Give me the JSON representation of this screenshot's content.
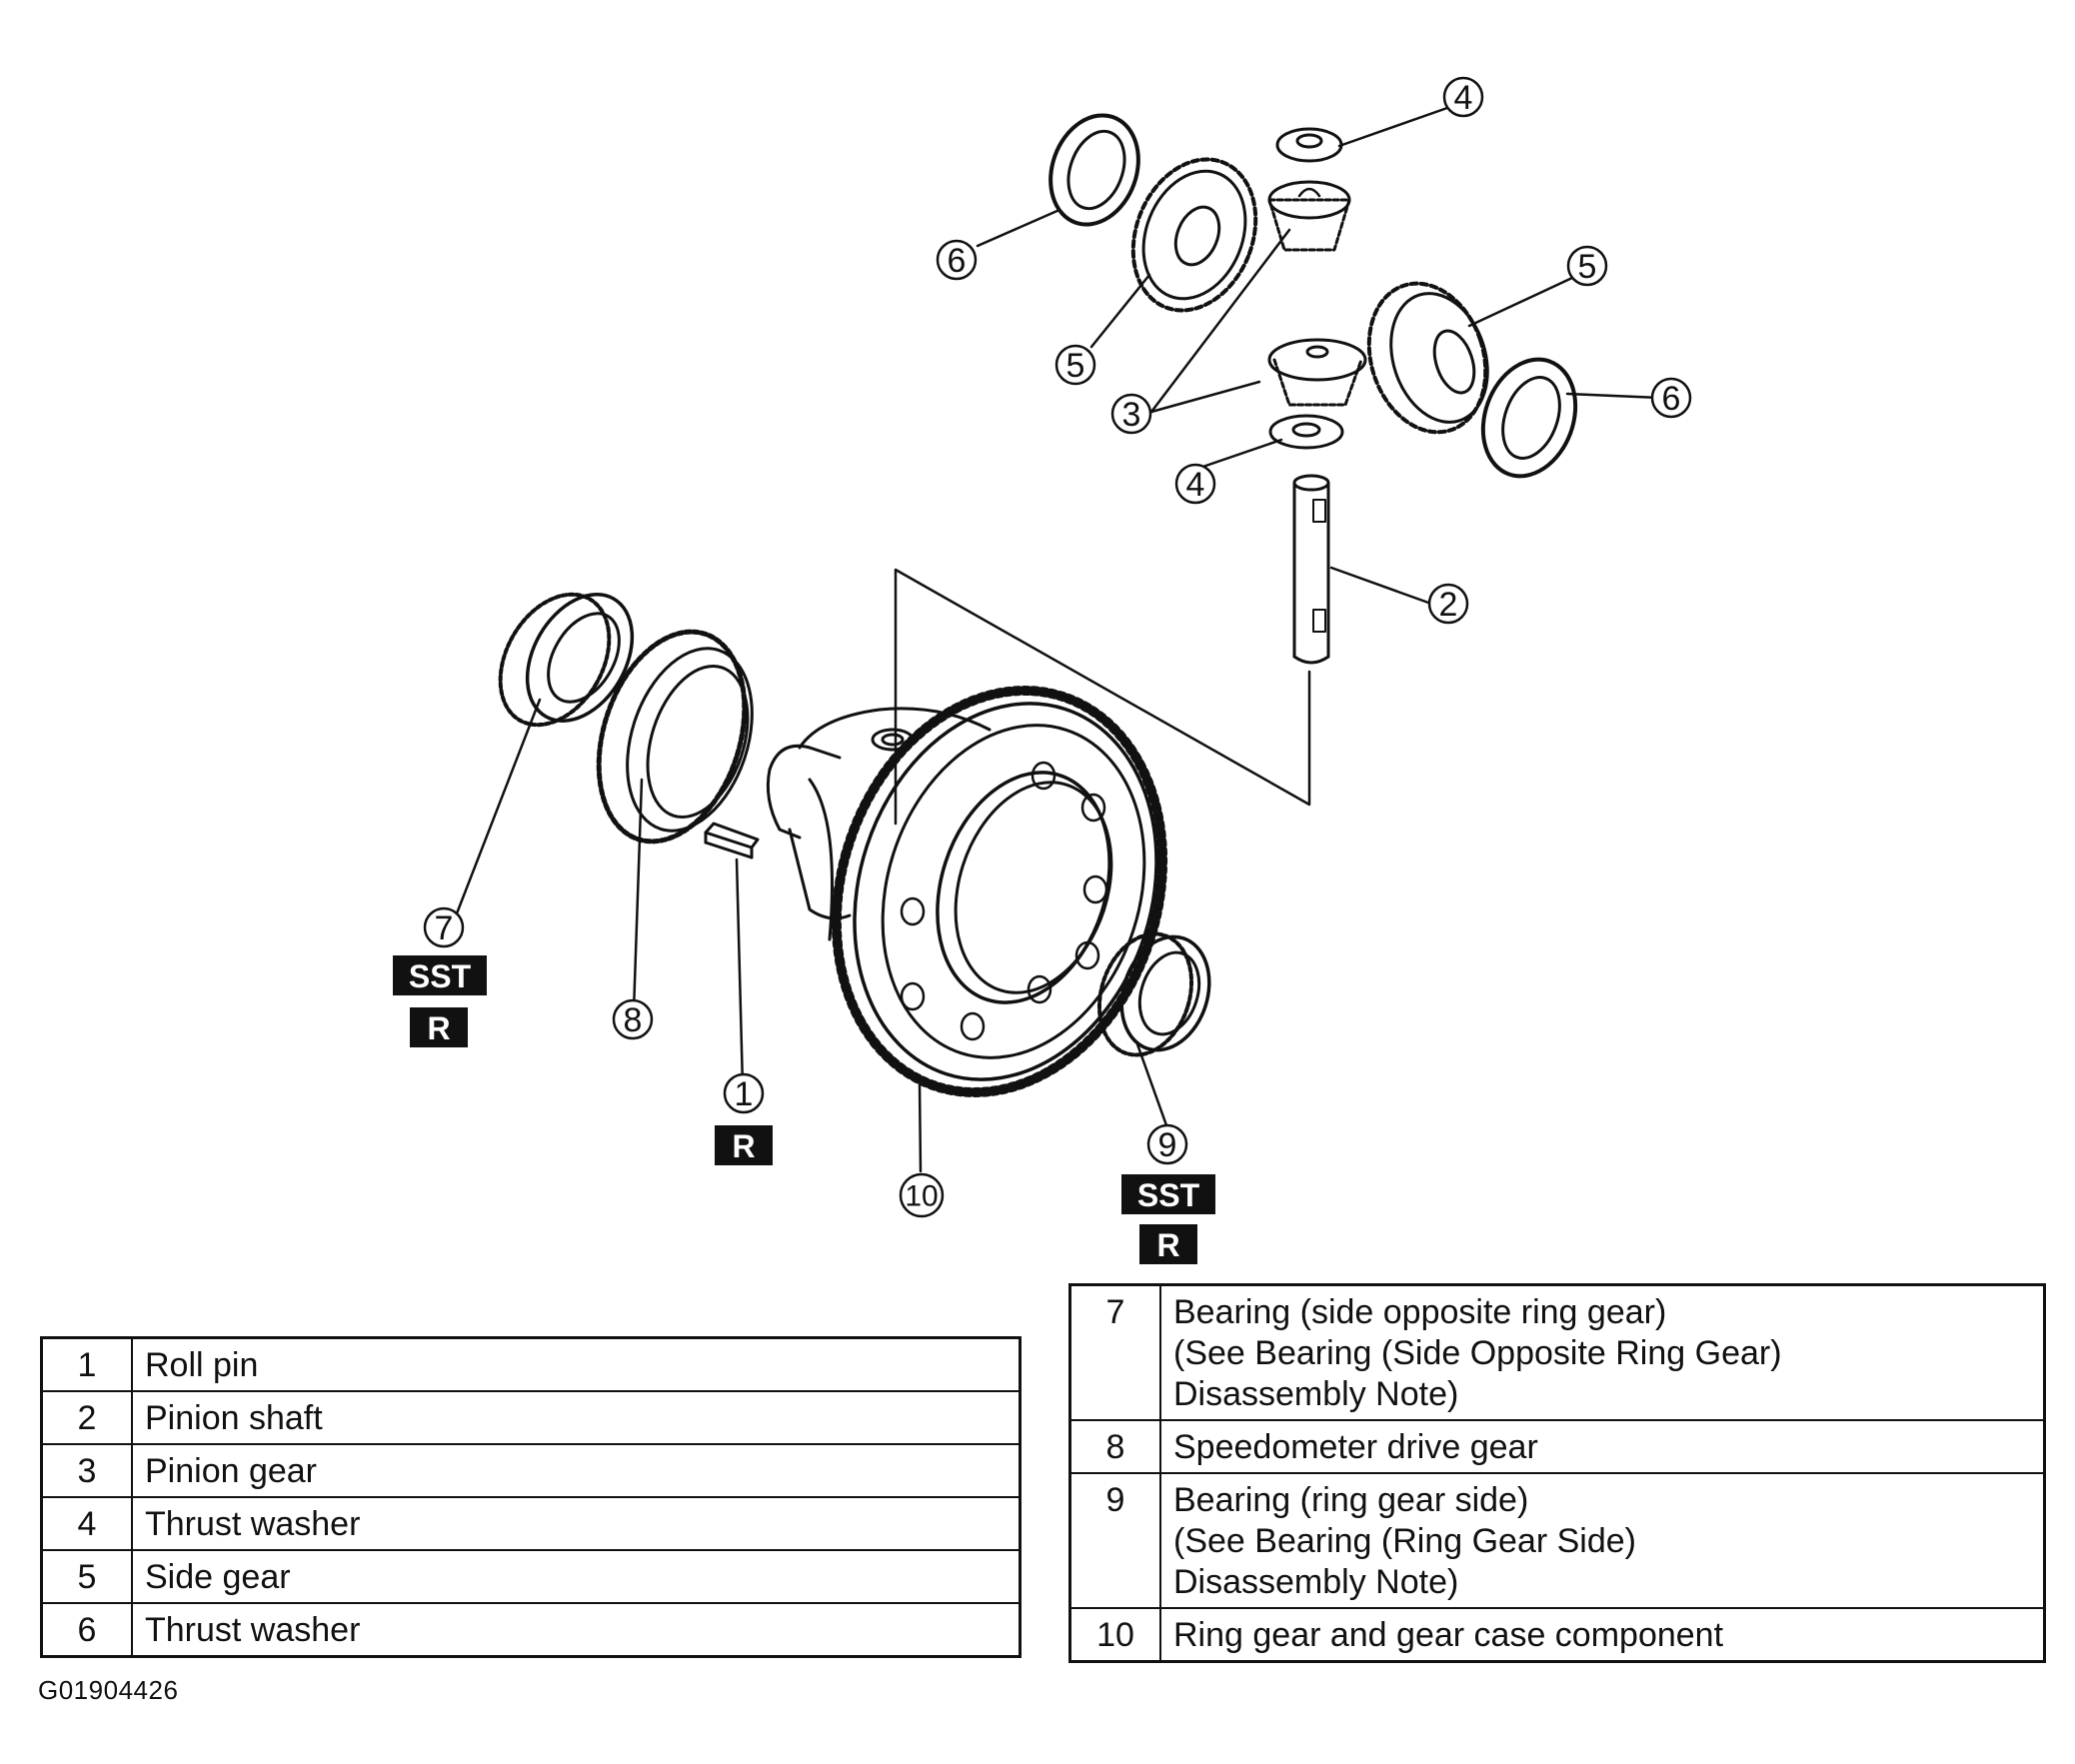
{
  "figure_id": "G01904426",
  "callouts": [
    "1",
    "2",
    "3",
    "4",
    "4",
    "5",
    "5",
    "6",
    "6",
    "7",
    "8",
    "9",
    "10"
  ],
  "tags": {
    "sst": "SST",
    "r": "R"
  },
  "legend_left": [
    {
      "num": "1",
      "text": "Roll pin"
    },
    {
      "num": "2",
      "text": "Pinion shaft"
    },
    {
      "num": "3",
      "text": "Pinion gear"
    },
    {
      "num": "4",
      "text": "Thrust washer"
    },
    {
      "num": "5",
      "text": "Side gear"
    },
    {
      "num": "6",
      "text": "Thrust washer"
    }
  ],
  "legend_right": [
    {
      "num": "7",
      "lines": [
        "Bearing (side opposite ring gear)",
        "(See Bearing (Side Opposite Ring Gear)",
        "Disassembly Note)"
      ]
    },
    {
      "num": "8",
      "lines": [
        "Speedometer drive gear"
      ]
    },
    {
      "num": "9",
      "lines": [
        "Bearing (ring gear side)",
        "(See Bearing (Ring Gear Side)",
        "Disassembly Note)"
      ]
    },
    {
      "num": "10",
      "lines": [
        "Ring gear and gear case component"
      ]
    }
  ]
}
